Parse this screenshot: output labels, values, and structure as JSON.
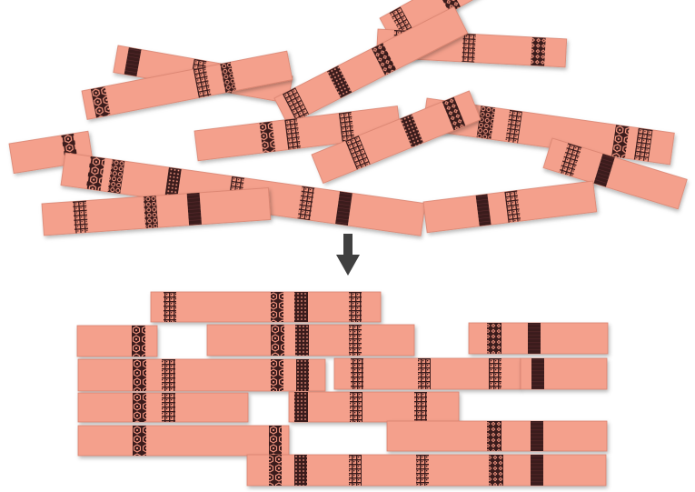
{
  "colors": {
    "strip_fill": "#F4A08C",
    "strip_edge": "#D9826F",
    "band_dark": "#3A1A1E",
    "band_pattern": "#F1957F",
    "arrow": "#404040"
  },
  "band_patterns": [
    "hexagon",
    "circles",
    "lattice",
    "diamonds",
    "dots",
    "solid"
  ],
  "arrow_icon": "arrow-down-icon"
}
